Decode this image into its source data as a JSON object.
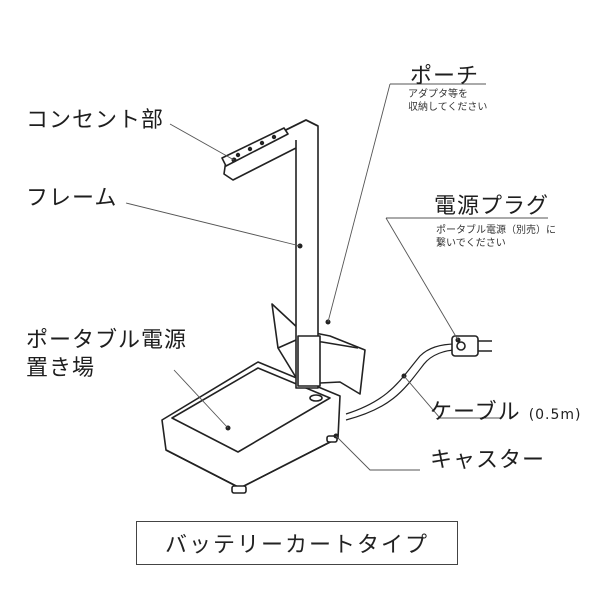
{
  "labels": {
    "outlet": "コンセント部",
    "pouch": "ポーチ",
    "pouch_note_1": "アダプタ等を",
    "pouch_note_2": "収納してください",
    "frame": "フレーム",
    "plug": "電源プラグ",
    "plug_note_1": "ポータブル電源（別売）に",
    "plug_note_2": "繋いでください",
    "tray_1": "ポータブル電源",
    "tray_2": "置き場",
    "cable": "ケーブル",
    "cable_length": "(0.5m)",
    "caster": "キャスター"
  },
  "footer": {
    "title": "バッテリーカートタイプ"
  },
  "colors": {
    "stroke": "#222222",
    "leader": "#555555",
    "background": "#ffffff"
  }
}
